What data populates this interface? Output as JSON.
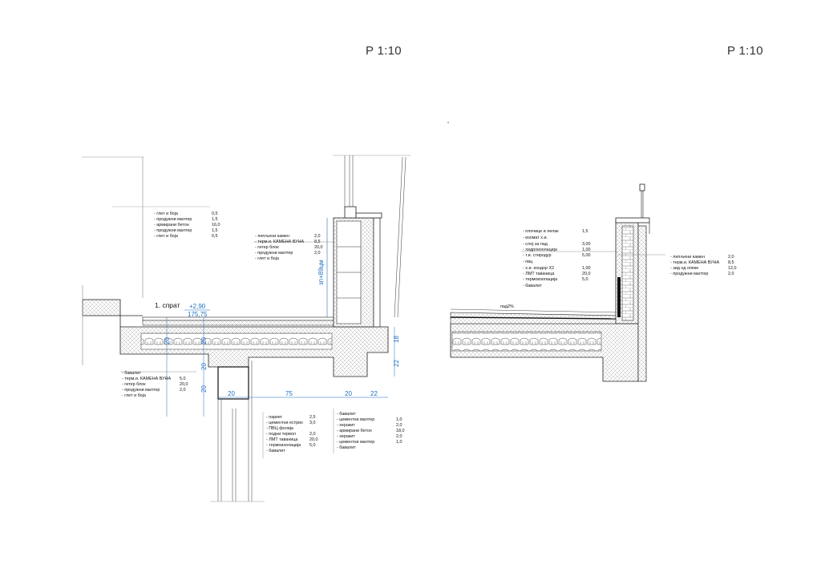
{
  "scales": {
    "left": "P 1:10",
    "right": "P 1:10"
  },
  "level": {
    "name": "1. спрат",
    "elev": "+2,90",
    "abs": "175,75"
  },
  "slope": "пад2% ",
  "vertical_dim": "зп+89цм",
  "dims": {
    "slab": "20",
    "beam": "20",
    "pier": "20",
    "wall": "20",
    "bottom_a": "20",
    "bottom_b": "75",
    "bottom_c": "20",
    "bottom_d": "22",
    "right_top": "18",
    "right_bottom": "22"
  },
  "layer_groups": [
    {
      "id": "ceiling",
      "rows": [
        [
          "- глет и боја",
          "0,5"
        ],
        [
          "- продужни малтер",
          "1,5"
        ],
        [
          "- армирани бетон",
          "16,0"
        ],
        [
          "- продужни малтер",
          "1,5"
        ],
        [
          "- глет и боја",
          "0,5"
        ]
      ]
    },
    {
      "id": "wall-left",
      "rows": [
        [
          "- лепљени камен",
          "2,0"
        ],
        [
          "- терм.и. КАМЕНА ВУНА",
          "8,5"
        ],
        [
          "- гитер блок",
          "20,0"
        ],
        [
          "- продужни малтер",
          "2,0"
        ],
        [
          "- глет и боја",
          ""
        ]
      ]
    },
    {
      "id": "wall-lower",
      "rows": [
        [
          "- бавалит",
          ""
        ],
        [
          "- терм.и. КАМЕНА ВУНА",
          "5,0"
        ],
        [
          "- гитер блок",
          "20,0"
        ],
        [
          "- продужни малтер",
          "2,0"
        ],
        [
          "- глет и боја",
          ""
        ]
      ]
    },
    {
      "id": "floor",
      "rows": [
        [
          "- паркет",
          "2,5"
        ],
        [
          "- цементни естрих",
          "3,0"
        ],
        [
          "- ПВЦ фолија",
          ""
        ],
        [
          "- подни тервол",
          "2,0"
        ],
        [
          "- ЛМТ таваница",
          "20,0"
        ],
        [
          "- термоизолација",
          "5,0"
        ],
        [
          "- бавалит",
          ""
        ]
      ]
    },
    {
      "id": "beam",
      "rows": [
        [
          "- бавалит",
          ""
        ],
        [
          "- цементни малтер",
          "1,0"
        ],
        [
          "- херакит",
          "2,0"
        ],
        [
          "- армирани бетон",
          "18,0"
        ],
        [
          "- херакит",
          "2,0"
        ],
        [
          "- цементни малтер",
          "1,0"
        ],
        [
          "- бавалит",
          ""
        ]
      ]
    },
    {
      "id": "terrace",
      "rows": [
        [
          "- плочице и лепак",
          "1,5"
        ],
        [
          "- изомат х.и.",
          ""
        ],
        [
          "- слој за пад",
          "3,00"
        ],
        [
          "- хидроизолација",
          "1,00"
        ],
        [
          "- т.и. стиродур",
          "5,00"
        ],
        [
          "- пвц",
          ""
        ],
        [
          "- х.и. кондор Х2",
          "1,00"
        ],
        [
          "- ЛМТ таваница",
          "20,0"
        ],
        [
          "- термоизолација",
          "5,0"
        ],
        [
          "- бавалит",
          ""
        ]
      ]
    },
    {
      "id": "parapet",
      "rows": [
        [
          "- лепљени камен",
          "2,0"
        ],
        [
          "- терм.и. КАМЕНА ВУНА",
          "8,5"
        ],
        [
          "- зид од опеке",
          "12,0"
        ],
        [
          "- продужни малтер",
          "2,0"
        ]
      ]
    }
  ],
  "colors": {
    "line": "#222222",
    "dim": "#1f6fc4",
    "hatch": "#9a9a9a"
  }
}
